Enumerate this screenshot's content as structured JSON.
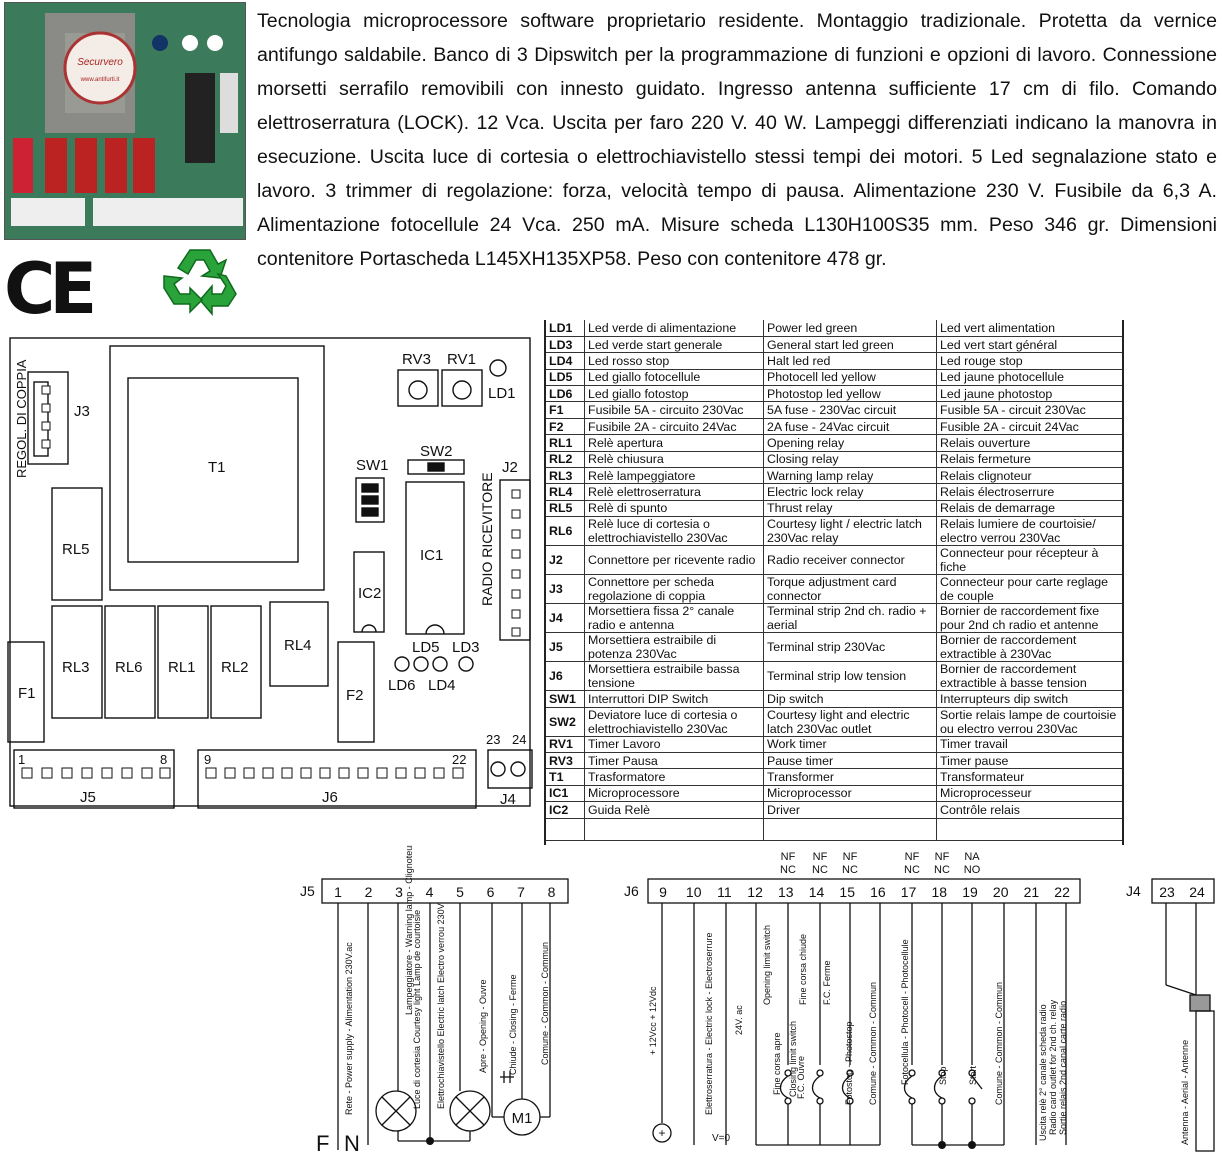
{
  "description": "Tecnologia microprocessore software proprietario residente. Montaggio tradizionale. Protetta da vernice antifungo saldabile. Banco di 3 Dipswitch per la programmazione di funzioni e opzioni di lavoro. Connessione morsetti serrafilo removibili con innesto guidato. Ingresso antenna sufficiente 17 cm di filo. Comando elettroserratura (LOCK). 12 Vca. Uscita per faro 220 V. 40 W. Lampeggi differenziati indicano la manovra in esecuzione. Uscita luce di cortesia o elettrochiavistello stessi tempi dei motori. 5 Led segnalazione stato e lavoro. 3 trimmer di regolazione: forza, velocità tempo di pausa. Alimentazione 230 V. Fusibile da 6,3 A. Alimentazione fotocellule 24 Vca. 250 mA. Misure scheda L130H100S35 mm. Peso 346 gr. Dimensioni contenitore Portascheda L145XH135XP58. Peso con contenitore 478 gr.",
  "logo": {
    "ce_mark": "CE",
    "recycle_icon": "recycle-icon",
    "stamp_text": "Antifurti - Automatismi - Videosorveglianza · Securvero · www.antifurti.it"
  },
  "board": {
    "regol_label": "REGOL. DI COPPIA",
    "radio_label": "RADIO RICEVITORE",
    "components": {
      "J3": "J3",
      "T1": "T1",
      "RV3": "RV3",
      "RV1": "RV1",
      "LD1": "LD1",
      "SW2": "SW2",
      "SW1": "SW1",
      "J2": "J2",
      "RL5": "RL5",
      "IC1": "IC1",
      "IC2": "IC2",
      "RL3": "RL3",
      "RL6": "RL6",
      "RL1": "RL1",
      "RL2": "RL2",
      "RL4": "RL4",
      "F1": "F1",
      "F2": "F2",
      "LD5": "LD5",
      "LD3": "LD3",
      "LD6": "LD6",
      "LD4": "LD4",
      "J5": "J5",
      "J6": "J6",
      "J4": "J4",
      "t1": "1",
      "t8": "8",
      "t9": "9",
      "t22": "22",
      "t23": "23",
      "t24": "24"
    }
  },
  "legend": [
    {
      "code": "LD1",
      "it": "Led verde di alimentazione",
      "en": "Power  led green",
      "fr": "Led vert alimentation"
    },
    {
      "code": "LD3",
      "it": "Led verde start generale",
      "en": "General start led green",
      "fr": "Led vert start général"
    },
    {
      "code": "LD4",
      "it": "Led rosso stop",
      "en": "Halt led red",
      "fr": "Led rouge stop"
    },
    {
      "code": "LD5",
      "it": "Led giallo fotocellule",
      "en": "Photocell led yellow",
      "fr": "Led jaune photocellule"
    },
    {
      "code": "LD6",
      "it": "Led giallo fotostop",
      "en": "Photostop led yellow",
      "fr": "Led jaune photostop"
    },
    {
      "code": "F1",
      "it": "Fusibile 5A - circuito 230Vac",
      "en": "5A fuse - 230Vac circuit",
      "fr": "Fusible 5A - circuit 230Vac"
    },
    {
      "code": "F2",
      "it": "Fusibile 2A - circuito 24Vac",
      "en": "2A fuse - 24Vac circuit",
      "fr": "Fusible 2A - circuit 24Vac"
    },
    {
      "code": "RL1",
      "it": "Relè apertura",
      "en": "Opening relay",
      "fr": "Relais ouverture"
    },
    {
      "code": "RL2",
      "it": "Relè chiusura",
      "en": "Closing relay",
      "fr": "Relais fermeture"
    },
    {
      "code": "RL3",
      "it": "Relè lampeggiatore",
      "en": "Warning lamp relay",
      "fr": "Relais clignoteur"
    },
    {
      "code": "RL4",
      "it": "Relè elettroserratura",
      "en": "Electric lock relay",
      "fr": "Relais électroserrure"
    },
    {
      "code": "RL5",
      "it": "Relè di spunto",
      "en": "Thrust relay",
      "fr": "Relais de demarrage"
    },
    {
      "code": "RL6",
      "it": "Relè luce di cortesia o elettrochiavistello 230Vac",
      "en": "Courtesy light / electric latch 230Vac relay",
      "fr": "Relais lumiere de courtoisie/ electro verrou 230Vac"
    },
    {
      "code": "J2",
      "it": "Connettore per ricevente radio",
      "en": "Radio receiver connector",
      "fr": "Connecteur pour récepteur à fiche"
    },
    {
      "code": "J3",
      "it": "Connettore per scheda regolazione di coppia",
      "en": "Torque adjustment card connector",
      "fr": "Connecteur pour carte reglage de couple"
    },
    {
      "code": "J4",
      "it": "Morsettiera fissa 2° canale radio e antenna",
      "en": "Terminal strip 2nd ch. radio + aerial",
      "fr": "Bornier de raccordement fixe pour 2nd ch radio et antenne"
    },
    {
      "code": "J5",
      "it": "Morsettiera estraibile di potenza 230Vac",
      "en": "Terminal strip 230Vac",
      "fr": "Bornier de raccordement extractible à 230Vac"
    },
    {
      "code": "J6",
      "it": "Morsettiera estraibile bassa tensione",
      "en": "Terminal strip low tension",
      "fr": "Bornier de raccordement extractible à basse tension"
    },
    {
      "code": "SW1",
      "it": "Interruttori DIP Switch",
      "en": "Dip switch",
      "fr": "Interrupteurs dip switch"
    },
    {
      "code": "SW2",
      "it": "Deviatore luce di cortesia o elettrochiavistello 230Vac",
      "en": "Courtesy light and electric latch 230Vac outlet",
      "fr": "Sortie relais lampe de courtoisie ou electro verrou 230Vac"
    },
    {
      "code": "RV1",
      "it": "Timer Lavoro",
      "en": "Work timer",
      "fr": "Timer travail"
    },
    {
      "code": "RV3",
      "it": "Timer Pausa",
      "en": "Pause timer",
      "fr": "Timer pause"
    },
    {
      "code": "T1",
      "it": "Trasformatore",
      "en": "Transformer",
      "fr": "Transformateur"
    },
    {
      "code": "IC1",
      "it": "Microprocessore",
      "en": "Microprocessor",
      "fr": "Microprocesseur"
    },
    {
      "code": "IC2",
      "it": "Guida Relè",
      "en": "Driver",
      "fr": "Contrôle relais"
    }
  ],
  "wiring": {
    "j5_label": "J5",
    "j6_label": "J6",
    "j4_label": "J4",
    "j5_terminals": [
      "1",
      "2",
      "3",
      "4",
      "5",
      "6",
      "7",
      "8"
    ],
    "j6_terminals": [
      "9",
      "10",
      "11",
      "12",
      "13",
      "14",
      "15",
      "16",
      "17",
      "18",
      "19",
      "20",
      "21",
      "22"
    ],
    "j4_terminals": [
      "23",
      "24"
    ],
    "contact_types": {
      "13": "NF NC",
      "14": "NF NC",
      "15": "NF NC",
      "17": "NF NC",
      "18": "NF NC",
      "19": "NA NO"
    },
    "j5_labels": [
      "Rete - Power supply - Alimentation 230V.ac",
      "Lampeggiatore - Warning lamp - Clignoteur 230V.",
      "Luce di cortesia   Courtesy light   Lamp de courtoisie",
      "Elettrochiavistello   Electric latch   Electro verrou   230V.",
      "Apre - Opening - Ouvre",
      "Chiude - Closing - Ferme",
      "Comune - Common - Commun"
    ],
    "j6_labels": [
      "+ 12Vcc + 12Vdc",
      "Elettroserratura - Electric lock - Electroserrure",
      "24V. ac",
      "Fine corsa   apre",
      "Opening   limit switch",
      "F.C.   Ouvre",
      "Fine corsa   chiude",
      "Closing   limit switch",
      "F.C.   Ferme",
      "Fotostop - Photostop",
      "Comune - Common - Commun",
      "Fotocellula - Photocell - Photocellule",
      "Stop",
      "Start",
      "Comune - Common - Commun",
      "Uscita relè 2° canale   scheda radio",
      "Radio card outlet   for 2nd ch. relay",
      "Sortie relais 2nd   canal carte radio"
    ],
    "j4_label_text": "Antenna - Aerial - Antenne",
    "mains_f": "F",
    "mains_n": "N",
    "motor": "M1",
    "zero_volt": "V=0",
    "plus_symbol": "+"
  }
}
